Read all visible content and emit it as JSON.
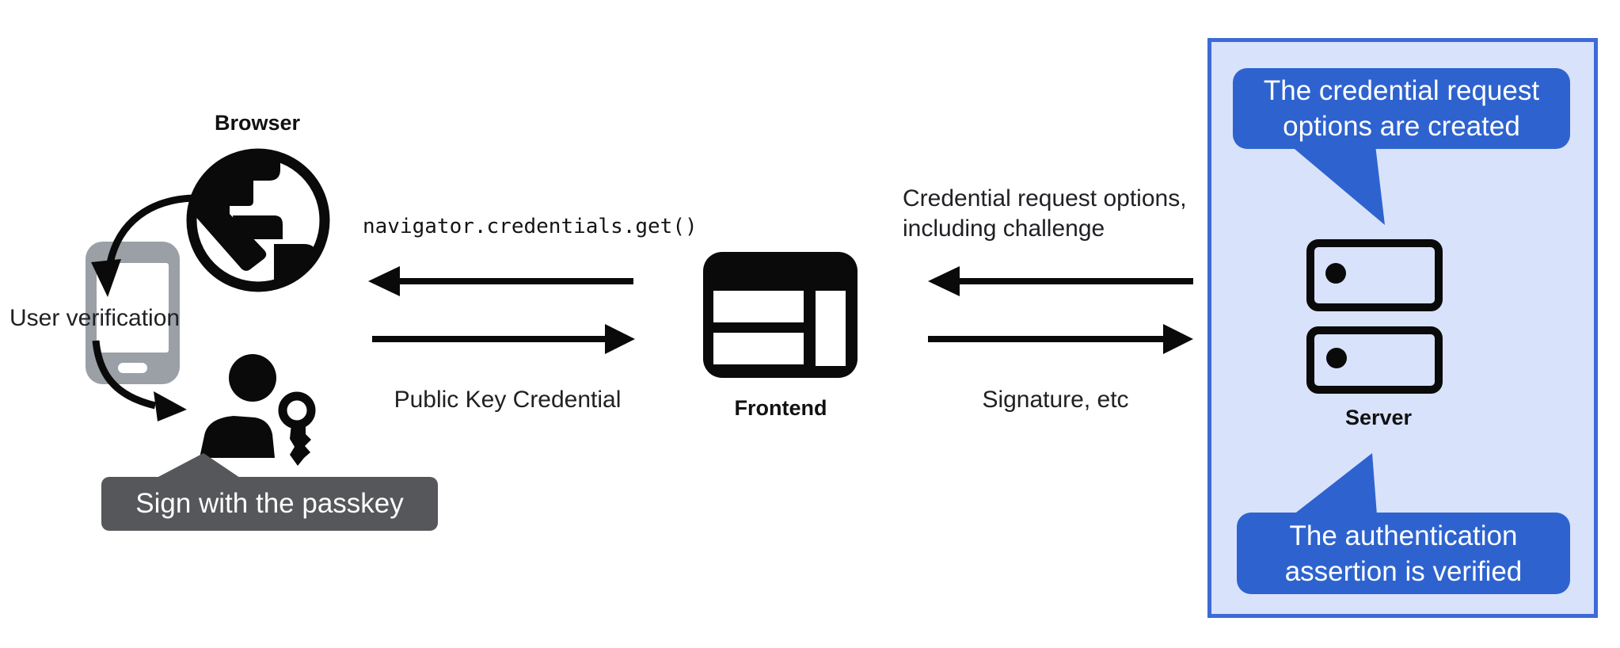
{
  "diagram": {
    "left": {
      "browser_label": "Browser",
      "user_verification": "User verification",
      "passkey_bubble": "Sign with the passkey"
    },
    "middle": {
      "code_call": "navigator.credentials.get()",
      "public_key_credential": "Public Key Credential",
      "frontend_label": "Frontend"
    },
    "right": {
      "request_line1": "Credential request options,",
      "request_line2": "including challenge",
      "signature": "Signature, etc",
      "server_label": "Server",
      "bubble_top_line1": "The credential request",
      "bubble_top_line2": "options are created",
      "bubble_bottom_line1": "The authentication",
      "bubble_bottom_line2": "assertion is verified"
    },
    "icons": {
      "globe": "globe-icon",
      "smartphone": "smartphone-icon",
      "person_key": "person-with-key-icon",
      "frontend_window": "browser-window-icon",
      "server": "server-stack-icon",
      "arrows": [
        "arrow-left-icon",
        "arrow-right-icon",
        "curved-arrow-icon"
      ]
    }
  },
  "colors": {
    "bubble_blue": "#2e63cf",
    "panel_bg": "#d8e2fb",
    "panel_border": "#3e6ad6",
    "dark_bubble": "#56575a",
    "phone_gray": "#9aa0a6",
    "ink": "#0a0a0a",
    "text": "#202124"
  }
}
